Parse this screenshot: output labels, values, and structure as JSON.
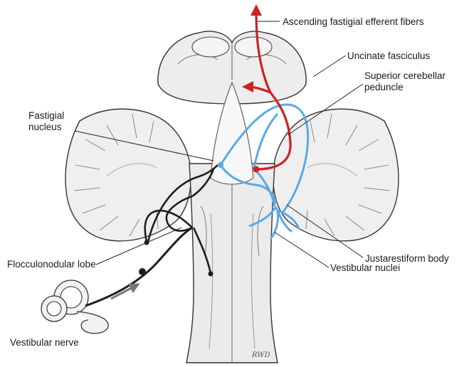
{
  "labels": {
    "ascending_fastigial_efferent_fibers": "Ascending fastigial efferent fibers",
    "uncinate_fasciculus": "Uncinate fasciculus",
    "superior_cerebellar_peduncle_line1": "Superior cerebellar",
    "superior_cerebellar_peduncle_line2": "peduncle",
    "fastigial_nucleus_line1": "Fastigial",
    "fastigial_nucleus_line2": "nucleus",
    "flocculonodular_lobe": "Flocculonodular lobe",
    "justarestiform_body": "Justarestiform body",
    "vestibular_nuclei": "Vestibular nuclei",
    "vestibular_nerve": "Vestibular nerve"
  },
  "signature": "RWD",
  "colors": {
    "ascending_efferent": "#cc2222",
    "fastigial_projection": "#5aa9e6",
    "afferent_pathway": "#1e1e1e",
    "tissue": "#ececec",
    "outline": "#333333"
  }
}
